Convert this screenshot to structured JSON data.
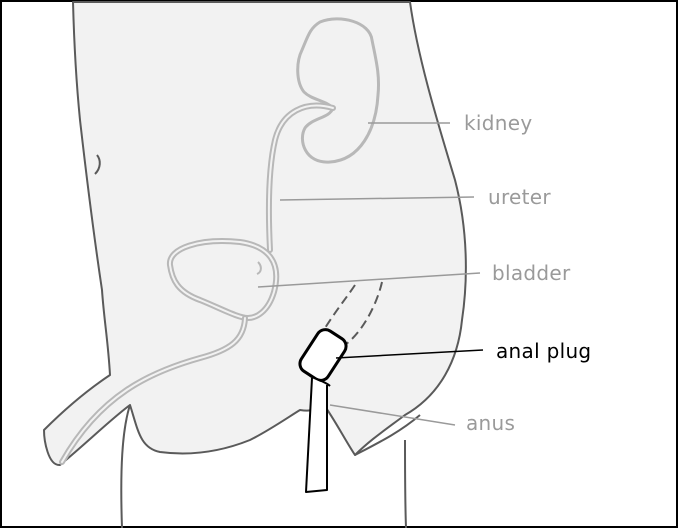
{
  "figure": {
    "labels": {
      "kidney": "kidney",
      "ureter": "ureter",
      "bladder": "bladder",
      "anal_plug": "anal plug",
      "anus": "anus"
    }
  },
  "colors": {
    "frame": "#000000",
    "body_fill": "#f2f2f2",
    "anatomy_outline": "#5a5a5a",
    "organ_outline": "#b8b8b8",
    "muted_label": "#9a9a9a",
    "highlight_label": "#000000",
    "plug_fill": "#ffffff"
  }
}
